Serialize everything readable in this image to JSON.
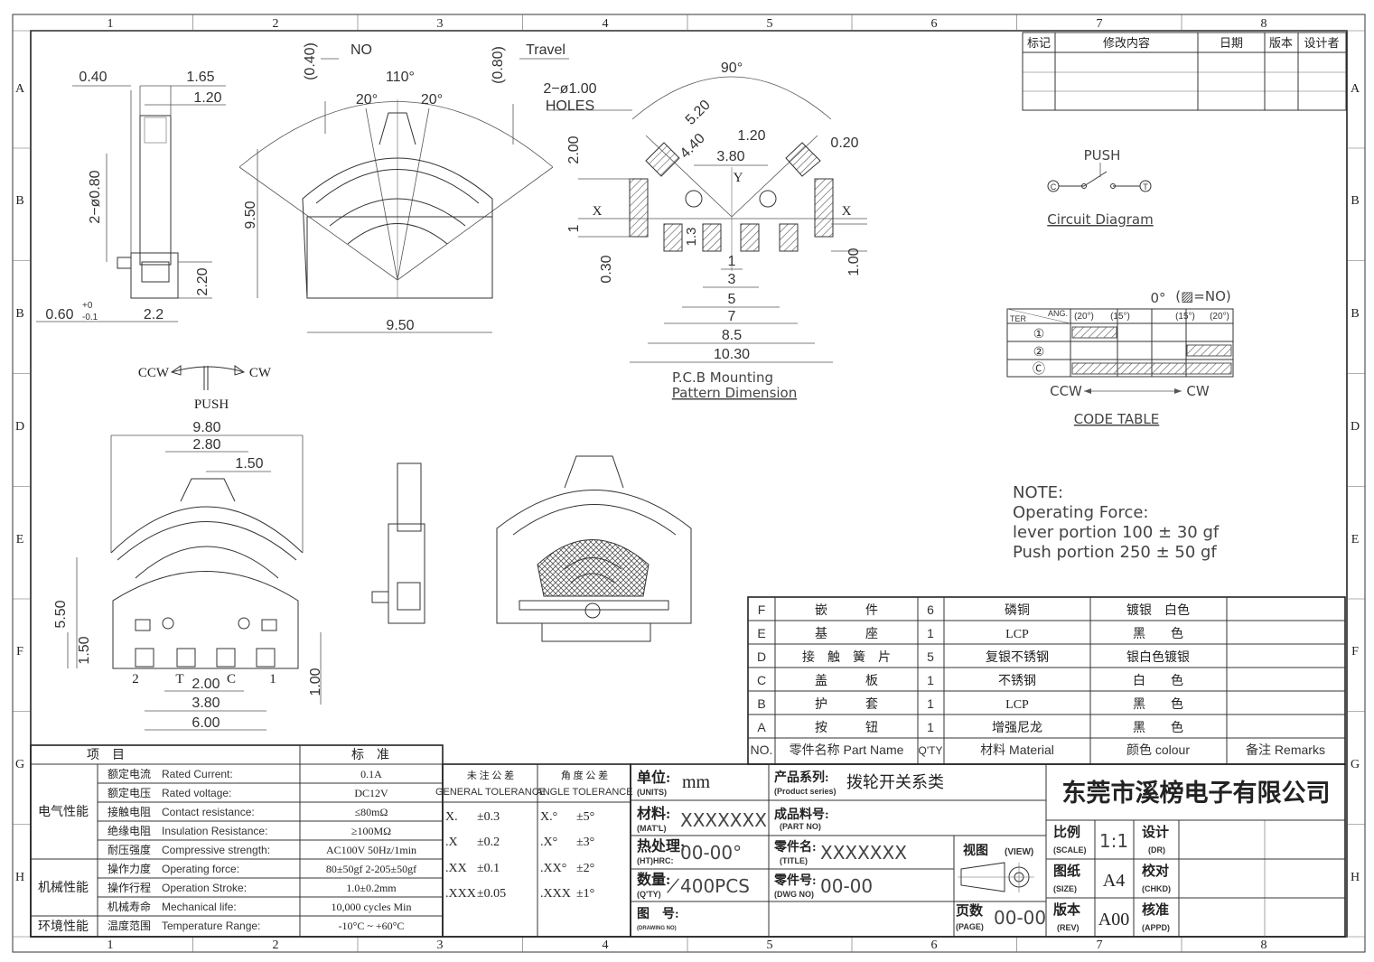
{
  "colors": {
    "line": "#333333",
    "hatch": "#555555",
    "background": "#ffffff"
  },
  "grid": {
    "cols": [
      "1",
      "2",
      "3",
      "4",
      "5",
      "6",
      "7",
      "8"
    ],
    "rows": [
      "A",
      "B",
      "B",
      "D",
      "E",
      "F",
      "G",
      "H"
    ]
  },
  "revision_table": {
    "headers": [
      "标记",
      "修改内容",
      "日期",
      "版本",
      "设计者"
    ]
  },
  "views": {
    "side": {
      "d1": "0.40",
      "d2": "1.65",
      "d3": "1.20",
      "d4": "2−ø0.80",
      "d5": "2.20",
      "d6": "0.60",
      "tol_up": "+0",
      "tol_dn": "-0.1",
      "d7": "2.2"
    },
    "front": {
      "no": "NO",
      "travel": "Travel",
      "no_val": "(0.40)",
      "travel_val": "(0.80)",
      "ang_total": "110°",
      "ang_l": "20°",
      "ang_r": "20°",
      "height": "9.50",
      "width": "9.50"
    },
    "pcb": {
      "holes1": "2−ø1.00",
      "holes2": "HOLES",
      "ang": "90°",
      "d520": "5.20",
      "d440": "4.40",
      "d120": "1.20",
      "d020": "0.20",
      "d380": "3.80",
      "y": "Y",
      "x": "X",
      "d200": "2.00",
      "d1": "1",
      "d13": "1.3",
      "d030": "0.30",
      "d100": "1.00",
      "w1": "1",
      "w3": "3",
      "w5": "5",
      "w7": "7",
      "w85": "8.5",
      "w1030": "10.30",
      "caption1": "P.C.B Mounting",
      "caption2": "Pattern Dimension"
    },
    "circuit": {
      "push": "PUSH",
      "c": "C",
      "t": "T",
      "caption": "Circuit Diagram"
    },
    "code_table": {
      "top": "0°",
      "legend": "(▨=NO)",
      "ter": "TER",
      "ang": "ANG.",
      "a20l": "(20°)",
      "a15l": "(15°)",
      "a15r": "(15°)",
      "a20r": "(20°)",
      "r1": "①",
      "r2": "②",
      "r3": "Ⓒ",
      "ccw": "CCW",
      "cw": "CW",
      "caption": "CODE TABLE"
    },
    "motion": {
      "ccw": "CCW",
      "cw": "CW",
      "push": "PUSH"
    },
    "bottom": {
      "d980": "9.80",
      "d280": "2.80",
      "d150": "1.50",
      "d550": "5.50",
      "d150b": "1.50",
      "d100": "1.00",
      "d200": "2.00",
      "d380": "3.80",
      "d600": "6.00",
      "p2": "2",
      "pT": "T",
      "pC": "C",
      "p1": "1"
    }
  },
  "note": {
    "title": "NOTE:",
    "line1": "Operating Force:",
    "line2": "lever portion 100 ± 30 gf",
    "line3": "Push portion 250 ± 50 gf"
  },
  "bom": {
    "headers": [
      "NO.",
      "零件名称 Part Name",
      "Q'TY",
      "材料 Material",
      "颜色  colour",
      "备注 Remarks"
    ],
    "rows": [
      {
        "no": "F",
        "name": "嵌　　　件",
        "qty": "6",
        "material": "磷铜",
        "colour": "镀银　白色",
        "remark": ""
      },
      {
        "no": "E",
        "name": "基　　　座",
        "qty": "1",
        "material": "LCP",
        "colour": "黑　　色",
        "remark": ""
      },
      {
        "no": "D",
        "name": "接　触　簧　片",
        "qty": "5",
        "material": "复银不锈钢",
        "colour": "银白色镀银",
        "remark": ""
      },
      {
        "no": "C",
        "name": "盖　　　板",
        "qty": "1",
        "material": "不锈钢",
        "colour": "白　　色",
        "remark": ""
      },
      {
        "no": "B",
        "name": "护　　　套",
        "qty": "1",
        "material": "LCP",
        "colour": "黑　　色",
        "remark": ""
      },
      {
        "no": "A",
        "name": "按　　　钮",
        "qty": "1",
        "material": "增强尼龙",
        "colour": "黑　　色",
        "remark": ""
      }
    ]
  },
  "specs": {
    "header_item": "项　目",
    "header_std": "标　准",
    "groups": [
      "电气性能",
      "机械性能",
      "环境性能"
    ],
    "rows": [
      {
        "cn": "额定电流",
        "en": "Rated Current:",
        "val": "0.1A"
      },
      {
        "cn": "额定电压",
        "en": "Rated voltage:",
        "val": "DC12V"
      },
      {
        "cn": "接触电阻",
        "en": "Contact resistance:",
        "val": "≤80mΩ"
      },
      {
        "cn": "绝缘电阻",
        "en": "Insulation Resistance:",
        "val": "≥100MΩ"
      },
      {
        "cn": "耐压强度",
        "en": "Compressive strength:",
        "val": "AC100V  50Hz/1min"
      },
      {
        "cn": "操作力度",
        "en": "Operating force:",
        "val": "80±50gf   2-205±50gf"
      },
      {
        "cn": "操作行程",
        "en": "Operation Stroke:",
        "val": "1.0±0.2mm"
      },
      {
        "cn": "机械寿命",
        "en": "Mechanical life:",
        "val": "10,000 cycles Min"
      },
      {
        "cn": "温度范围",
        "en": "Temperature Range:",
        "val": "-10°C ~ +60°C"
      }
    ]
  },
  "tolerance": {
    "gen_cn": "未 注 公 差",
    "gen_en": "GENERAL TOLERANCE",
    "ang_cn": "角 度 公 差",
    "ang_en": "ANGLE TOLERANCE",
    "rows": [
      {
        "g": "X.",
        "gv": "±0.3",
        "a": "X.°",
        "av": "±5°"
      },
      {
        "g": ".X",
        "gv": "±0.2",
        "a": ".X°",
        "av": "±3°"
      },
      {
        "g": ".XX",
        "gv": "±0.1",
        "a": ".XX°",
        "av": "±2°"
      },
      {
        "g": ".XXX",
        "gv": "±0.05",
        "a": ".XXX",
        "av": "±1°"
      }
    ]
  },
  "title_block": {
    "units_cn": "单位:",
    "units_en": "(UNITS)",
    "units_val": "mm",
    "mat_cn": "材料:",
    "mat_en": "(MAT'L)",
    "mat_val": "XXXXXXX",
    "ht_cn": "热处理:",
    "ht_en": "(HT)HRC:",
    "ht_val": "00-00°",
    "qty_cn": "数量:",
    "qty_en": "(Q'TY)",
    "qty_val": "̸400PCS",
    "dwg_cn": "图　号:",
    "dwg_en": "(DRAWING NO)",
    "series_cn": "产品系列:",
    "series_en": "(Product series)",
    "series_val": "拨轮开关系类",
    "part_cn": "成品料号:",
    "part_en": "(PART NO)",
    "title_cn": "零件名:",
    "title_en": "(TITLE)",
    "title_val": "XXXXXXX",
    "dwgno_cn": "零件号:",
    "dwgno_en": "(DWG NO)",
    "dwgno_val": "00-00",
    "view_cn": "视图",
    "view_en": "(VIEW)",
    "page_cn": "页数",
    "page_en": "(PAGE)",
    "page_val": "00-00",
    "company": "东莞市溪榜电子有限公司",
    "scale_cn": "比例",
    "scale_en": "(SCALE)",
    "scale_val": "1:1",
    "size_cn": "图纸",
    "size_en": "(SIZE)",
    "size_val": "A4",
    "rev_cn": "版本",
    "rev_en": "(REV)",
    "rev_val": "A00",
    "dr_cn": "设计",
    "dr_en": "(DR)",
    "chkd_cn": "校对",
    "chkd_en": "(CHKD)",
    "appd_cn": "核准",
    "appd_en": "(APPD)"
  }
}
